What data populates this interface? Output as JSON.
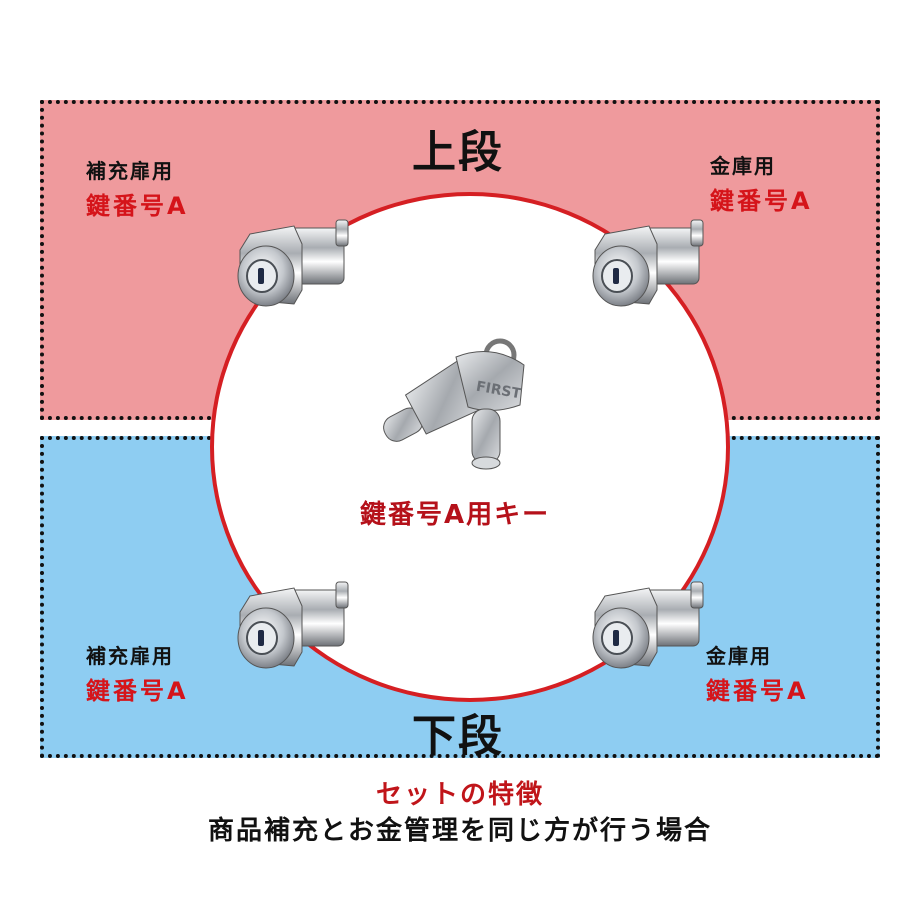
{
  "upper": {
    "title": "上段",
    "left_lock": {
      "label": "補充扉用",
      "code": "鍵番号A"
    },
    "right_lock": {
      "label": "金庫用",
      "code": "鍵番号A"
    }
  },
  "lower": {
    "title": "下段",
    "left_lock": {
      "label": "補充扉用",
      "code": "鍵番号A"
    },
    "right_lock": {
      "label": "金庫用",
      "code": "鍵番号A"
    }
  },
  "key": {
    "caption": "鍵番号A用キー",
    "brand": "FIRST"
  },
  "feature": {
    "title": "セットの特徴",
    "text": "商品補充とお金管理を同じ方が行う場合"
  },
  "colors": {
    "upper_zone": "#ef9a9d",
    "lower_zone": "#8ecdf2",
    "ring": "#d51f23",
    "code_red": "#d5141a"
  }
}
